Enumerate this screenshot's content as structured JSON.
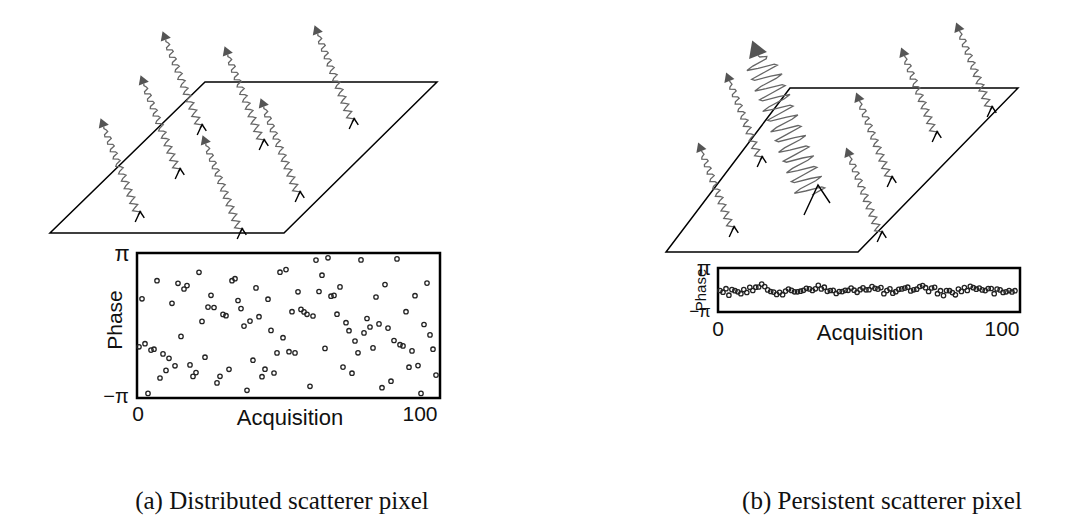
{
  "diagram": {
    "labels": [
      "π",
      "Phase",
      "−π",
      "0",
      "Acquisition",
      "100",
      "π",
      "Phase",
      "−π",
      "0",
      "Acquisition",
      "100",
      "(a) Distributed scatterer pixel",
      "(b) Persistent scatterer pixel"
    ]
  }
}
